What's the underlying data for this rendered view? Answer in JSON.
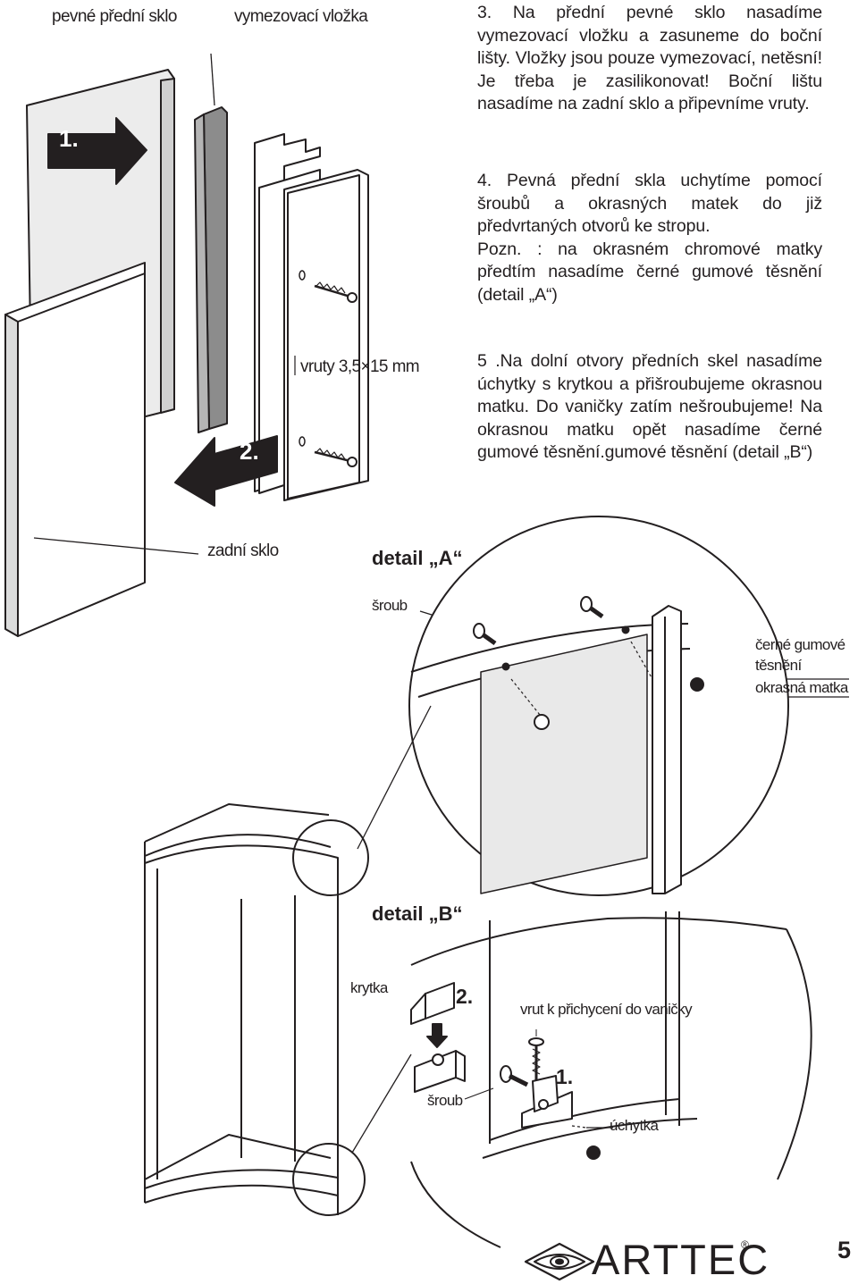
{
  "labels": {
    "front_glass": "pevné přední sklo",
    "spacer": "vymezovací vložka",
    "screws": "vruty 3,5×15 mm",
    "back_glass": "zadní sklo",
    "detail_a": "detail „A“",
    "screw_a": "šroub",
    "seal_1": "černé gumové",
    "seal_2": "těsnění",
    "nut": "okrasná matka",
    "detail_b": "detail „B“",
    "cap": "krytka",
    "tray_screw": "vrut k přichycení do vaničky",
    "screw_b": "šroub",
    "clip": "úchytka"
  },
  "markers": {
    "arrow_1": "1.",
    "arrow_2": "2.",
    "b_step_2": "2.",
    "b_step_1": "1."
  },
  "instructions": {
    "step3": "3. Na přední pevné sklo nasadíme vymezovací vložku a zasuneme do boční lišty. Vložky jsou pouze vymezovací, netěsní! Je třeba je zasilikonovat! Boční lištu nasadíme na zadní sklo a připevníme vruty.",
    "step4": "4. Pevná přední skla uchytíme pomocí šroubů a okrasných matek do již předvrtaných otvorů ke stropu.",
    "step4_note": "Pozn. : na okrasném chromové matky předtím nasadíme černé gumové těsnění (detail „A“)",
    "step5": "5 .Na dolní otvory předních skel nasadíme úchytky s krytkou a přišroubujeme okrasnou matku. Do vaničky zatím nešroubujeme! Na okrasnou matku opět nasadíme černé gumové těsnění.gumové těsnění (detail „B“)"
  },
  "footer": {
    "brand": "ARTTEC",
    "registered": "®",
    "page_number": "5"
  },
  "colors": {
    "ink": "#231f20",
    "glass_grey": "#d9d9d9",
    "spacer_grey": "#8c8c8c"
  }
}
